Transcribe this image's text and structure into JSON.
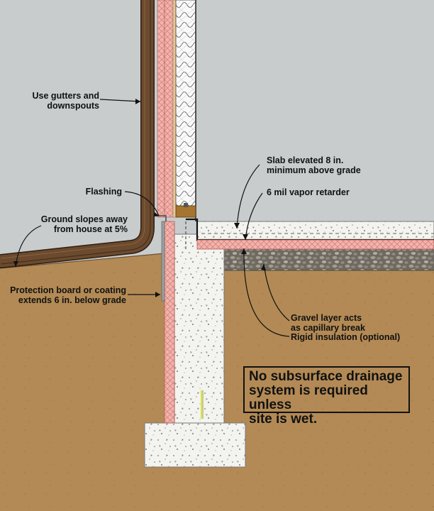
{
  "labels": {
    "gutters": [
      "Use gutters and",
      "downspouts"
    ],
    "flashing": [
      "Flashing"
    ],
    "ground_slope": [
      "Ground slopes away",
      "from house at 5%"
    ],
    "protection": [
      "Protection board or coating",
      "extends 6 in. below grade"
    ],
    "slab": [
      "Slab elevated 8 in.",
      "minimum above grade"
    ],
    "vapor": [
      "6 mil vapor retarder"
    ],
    "gravel": [
      "Gravel layer acts",
      "as capillary break"
    ],
    "rigid": [
      "Rigid insulation (optional)"
    ]
  },
  "note": [
    "No subsurface drainage",
    "system is required unless",
    "site is wet."
  ],
  "colors": {
    "sky": "#c8cccd",
    "soil": "#b38a55",
    "concrete": "#f2f2ee",
    "insulation": "#f0b4ae",
    "gutter": "#6b4a2e",
    "gravel": "#8a8478",
    "sill_plate": "#a5752f"
  }
}
